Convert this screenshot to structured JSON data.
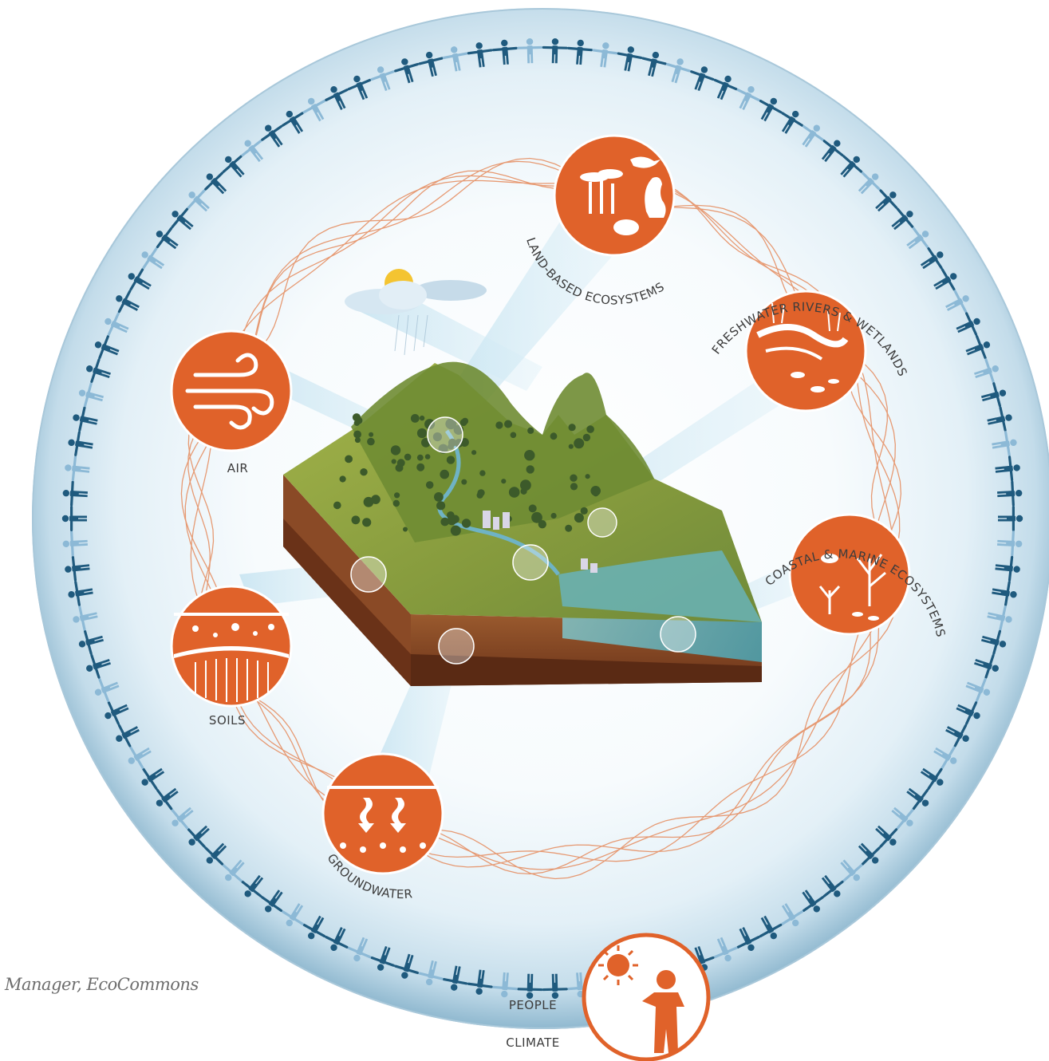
{
  "caption": "Manager, EcoCommons",
  "labels": {
    "land": "LAND-BASED ECOSYSTEMS",
    "freshwater": "FRESHWATER RIVERS & WETLANDS",
    "coastal": "COASTAL & MARINE ECOSYSTEMS",
    "air": "AIR",
    "soils": "SOILS",
    "groundwater": "GROUNDWATER",
    "people": "PEOPLE",
    "climate": "CLIMATE"
  },
  "colors": {
    "accent_orange": "#e0622a",
    "people_dark": "#1f5a7e",
    "people_light": "#8cb9d6",
    "sphere_edge": "#b9d5e4",
    "land_green": "#8aa043",
    "soil_brown": "#7a3f22",
    "water": "#5fb6c6"
  },
  "icons": [
    "bird-kangaroo-icon",
    "river-fish-icon",
    "coral-fish-icon",
    "wind-icon",
    "soil-layers-icon",
    "groundwater-icon",
    "sun-person-icon"
  ]
}
